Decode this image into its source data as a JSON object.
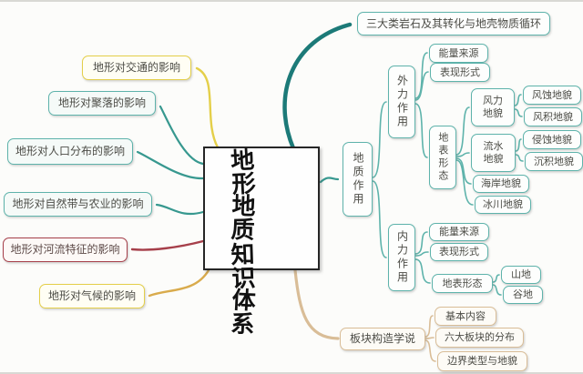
{
  "colors": {
    "teal_dark": "#1c7a78",
    "teal": "#37988f",
    "teal_light": "#5eb3ab",
    "yellow": "#e4cf49",
    "orange": "#d9ab4c",
    "red": "#a63f4a",
    "tan": "#d9bd97",
    "ink": "#262626",
    "text": "#4c4c46"
  },
  "center_lines": [
    "地形",
    "地质",
    "知识",
    "体系"
  ],
  "nodes": {
    "traffic": "地形对交通的影响",
    "settlement": "地形对聚落的影响",
    "population": "地形对人口分布的影响",
    "agriculture": "地形对自然带与农业的影响",
    "river": "地形对河流特征的影响",
    "climate": "地形对气候的影响",
    "rocks": "三大类岩石及其转化与地壳物质循环",
    "geo_process": "地质作用",
    "external_force": "外力作用",
    "ext_energy": "能量来源",
    "ext_form": "表现形式",
    "ext_surface": "地表形态",
    "wind": "风力地貌",
    "wind_erosion": "风蚀地貌",
    "wind_deposit": "风积地貌",
    "water": "流水地貌",
    "water_erosion": "侵蚀地貌",
    "water_deposit": "沉积地貌",
    "coast": "海岸地貌",
    "glacier": "冰川地貌",
    "internal_force": "内力作用",
    "int_energy": "能量来源",
    "int_form": "表现形式",
    "int_surface": "地表形态",
    "mountain": "山地",
    "valley": "谷地",
    "plate": "板块构造学说",
    "plate_basic": "基本内容",
    "plate_dist": "六大板块的分布",
    "plate_boundary": "边界类型与地貌"
  }
}
